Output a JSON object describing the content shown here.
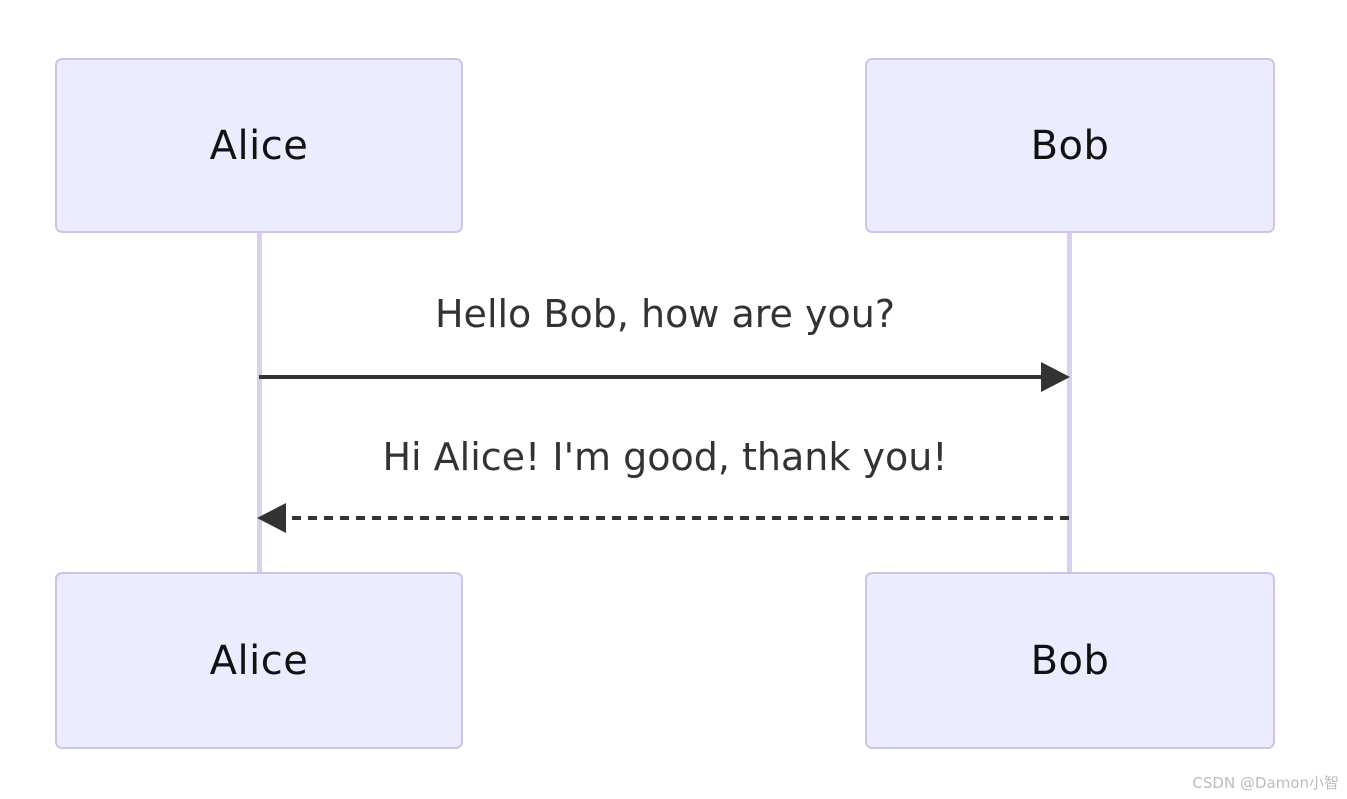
{
  "diagram": {
    "type": "sequence-diagram",
    "actors": [
      {
        "label": "Alice"
      },
      {
        "label": "Bob"
      }
    ],
    "messages": [
      {
        "from": "Alice",
        "to": "Bob",
        "text": "Hello Bob, how are you?",
        "line_style": "solid",
        "direction": "right"
      },
      {
        "from": "Bob",
        "to": "Alice",
        "text": "Hi Alice! I'm good, thank you!",
        "line_style": "dashed",
        "direction": "left"
      }
    ],
    "colors": {
      "actor_fill": "#ECECFF",
      "actor_border": "#CFC4E8",
      "lifeline": "#D9D0EE",
      "arrow": "#333333",
      "message_text": "#333333",
      "watermark_text": "#BBBBBB"
    }
  },
  "watermark": {
    "text": "CSDN @Damon小智"
  }
}
